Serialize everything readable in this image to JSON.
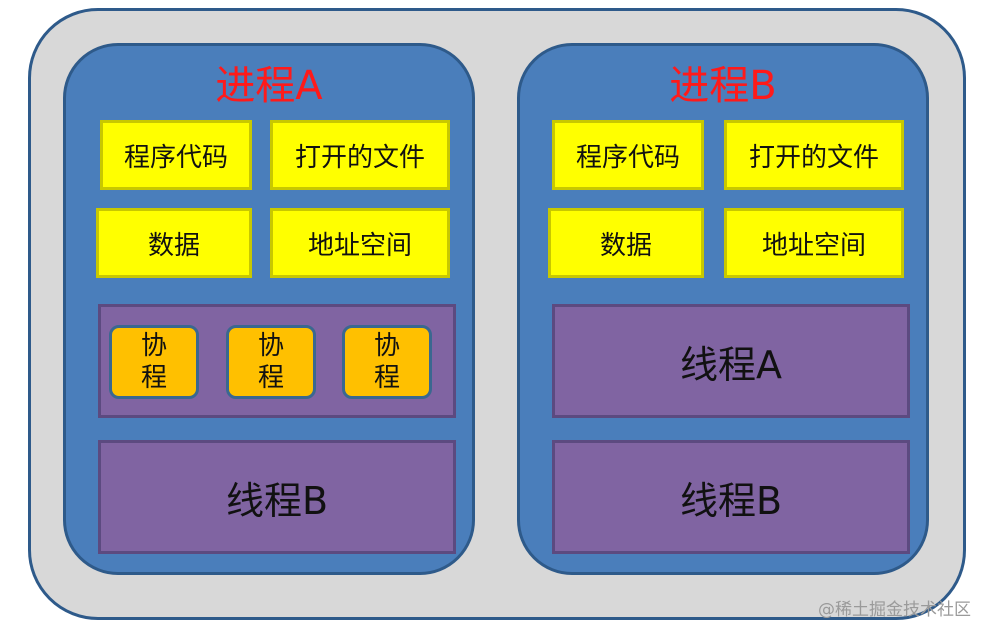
{
  "process_a": {
    "title": "进程A",
    "boxes": [
      "程序代码",
      "打开的文件",
      "数据",
      "地址空间"
    ],
    "coroutines": [
      {
        "line1": "协",
        "line2": "程"
      },
      {
        "line1": "协",
        "line2": "程"
      },
      {
        "line1": "协",
        "line2": "程"
      }
    ],
    "thread": "线程B"
  },
  "process_b": {
    "title": "进程B",
    "boxes": [
      "程序代码",
      "打开的文件",
      "数据",
      "地址空间"
    ],
    "threads": [
      "线程A",
      "线程B"
    ]
  },
  "watermark": "@稀土掘金技术社区",
  "colors": {
    "outer_bg": "#d8d8d8",
    "process_bg": "#4a7ebb",
    "title": "#ff1a1a",
    "resource_box": "#ffff00",
    "thread_box": "#8064a2",
    "coroutine_box": "#ffc000"
  }
}
